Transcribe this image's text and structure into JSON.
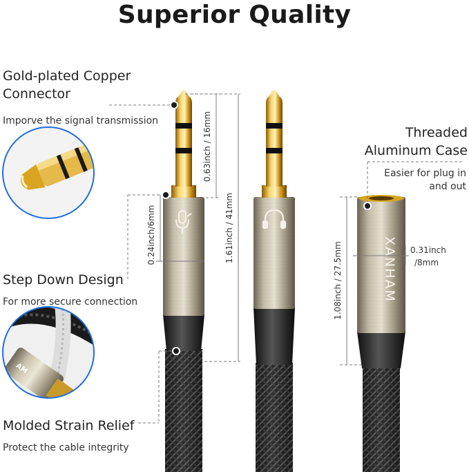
{
  "title": "Superior Quality",
  "features": {
    "connector": {
      "heading_line1": "Gold-plated Copper",
      "heading_line2": "Connector",
      "sub": "Imporve the signal transmission"
    },
    "case": {
      "heading_line1": "Threaded",
      "heading_line2": "Aluminum Case",
      "sub_line1": "Easier for plug in",
      "sub_line2": "and out"
    },
    "stepdown": {
      "heading": "Step Down Design",
      "sub": "For more secure connection"
    },
    "strain": {
      "heading": "Molded Strain Relief",
      "sub": "Protect the cable integrity"
    }
  },
  "dimensions": {
    "plug_tip": "0.63inch / 16mm",
    "plug_total": "1.61inch / 41mm",
    "plug_body_width": "0.24inch/6mm",
    "socket_length": "1.08inch / 27.5mm",
    "socket_width_line1": "0.31inch",
    "socket_width_line2": "/8mm"
  },
  "icons": {
    "mic": "microphone-icon",
    "headphone": "headphone-icon"
  },
  "brand": "XANHAM",
  "colors": {
    "gold": "#d9a521",
    "metal": "#a29a83",
    "cable": "#2a2a2a"
  }
}
